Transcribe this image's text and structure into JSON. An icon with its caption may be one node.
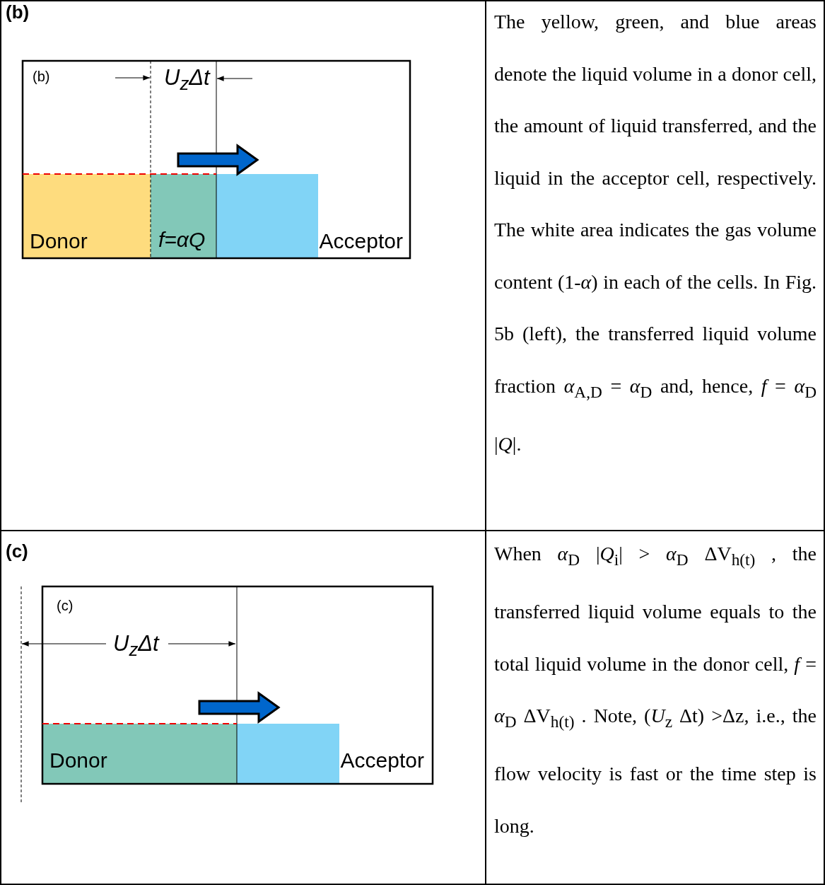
{
  "diagram": {
    "labels": [
      "(b)",
      "(b)",
      "U$_{z}$Δt",
      "Donor",
      "f=αQ",
      "Acceptor",
      "The yellow, green, and blue areas denote the liquid volume in a donor cell, the amount of liquid transferred, and the liquid in the acceptor cell, respectively. The white area indicates the gas volume content (1-*α*) in each of the cells. In Fig. 5b (left), the transferred liquid volume fraction *α*$_{A,D}$ = *α*$_{D}$ and, hence, *f* = *α*$_{D}$ |*Q*|.",
      "(c)",
      "(c)",
      "U$_{z}$Δt",
      "Donor",
      "Acceptor",
      "When *α*$_{D}$ |*Q*$_{i}$| > *α*$_{D}$ ΔV$_{h(t)}$ , the transferred liquid volume equals to the total liquid volume in the donor cell, *f* = *α*$_{D}$ ΔV$_{h(t)}$ . Note, (*U*$_{z}$ Δt) >Δz, i.e., the flow velocity is fast or the time step is long."
    ]
  }
}
